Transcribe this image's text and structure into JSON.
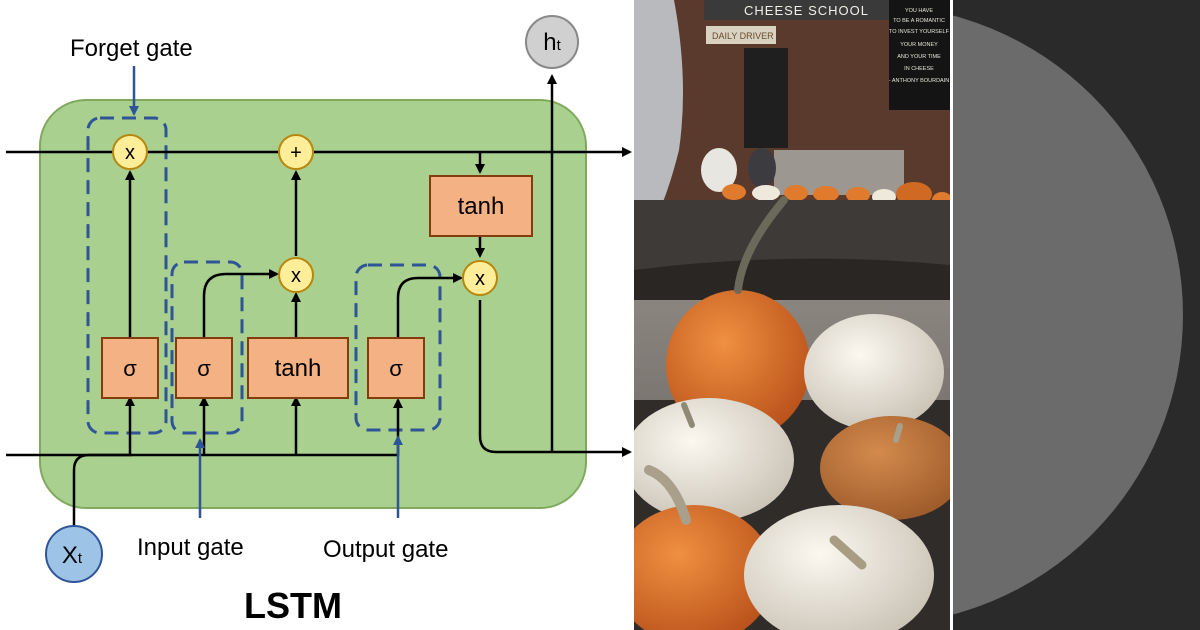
{
  "lstm": {
    "forget_gate_label": "Forget gate",
    "input_gate_label": "Input gate",
    "output_gate_label": "Output gate",
    "title": "LSTM",
    "ops": {
      "multiply": "x",
      "add": "+",
      "sigma": "σ",
      "tanh": "tanh"
    },
    "output_state": {
      "base": "h",
      "sub": "t"
    },
    "input_state": {
      "base": "X",
      "sub": "t"
    }
  },
  "photo": {
    "shop_sign": "CHEESE SCHOOL",
    "brand_sign": "DAILY DRIVER",
    "window_quote": [
      "YOU HAVE",
      "TO BE A ROMANTIC",
      "TO INVEST YOURSELF",
      "YOUR MONEY",
      "AND YOUR TIME",
      "IN CHEESE",
      "- ANTHONY BOURDAIN"
    ]
  },
  "colors": {
    "cell_fill": "#a9d08e",
    "cell_stroke": "#548235",
    "op_fill": "#ffee99",
    "layer_fill": "#f4b183",
    "gate_dash": "#2f5597",
    "state_circle_h": "#d0d0d0",
    "state_circle_x": "#9dc3e6"
  }
}
